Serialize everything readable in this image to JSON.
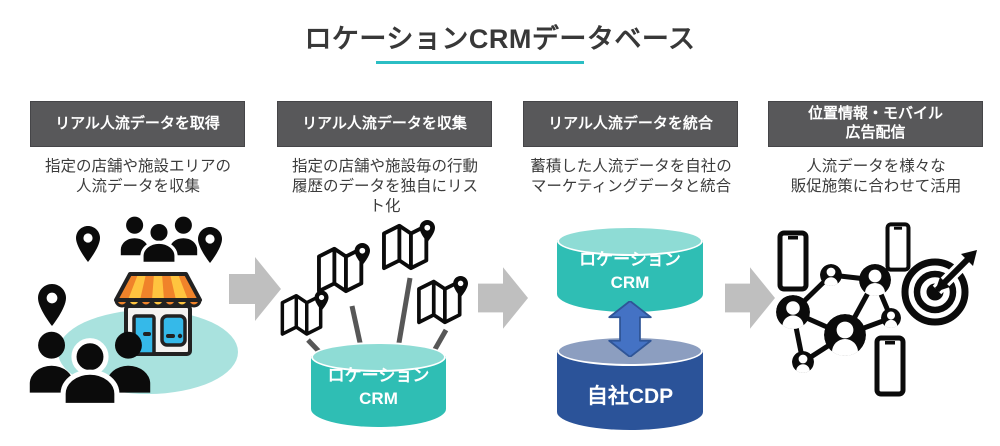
{
  "title": "ロケーションCRMデータベース",
  "columns": [
    {
      "header": "リアル人流データを取得",
      "description": "指定の店舗や施設エリアの\n人流データを収集"
    },
    {
      "header": "リアル人流データを収集",
      "description": "指定の店舗や施設毎の行動\n履歴のデータを独自にリス\nト化"
    },
    {
      "header": "リアル人流データを統合",
      "description": "蓄積した人流データを自社の\nマーケティングデータと統合"
    },
    {
      "header": "位置情報・モバイル\n広告配信",
      "description": "人流データを様々な\n販促施策に合わせて活用"
    }
  ],
  "labels": {
    "location_crm": "ロケーション\nCRM",
    "company_cdp": "自社CDP"
  },
  "icons": [
    "map-pin-icon",
    "people-group-icon",
    "storefront-icon",
    "folded-map-icon",
    "database-cylinder",
    "sync-arrow-icon",
    "smartphone-icon",
    "network-people-icon",
    "target-dart-icon",
    "flow-arrow-icon"
  ],
  "colors": {
    "title_text": "#383838",
    "accent_underline": "#2bbec4",
    "header_box": "#58585a",
    "teal_cylinder": "#2fbeb4",
    "teal_cylinder_top": "#8edcd5",
    "blue_cylinder": "#2b5399",
    "blue_cylinder_top": "#8c9ec0",
    "sync_arrow": "#4472c4",
    "flow_arrow": "#bfbfbf",
    "awning_orange": "#f0832a",
    "awning_yellow": "#ffc43f",
    "shop_blue": "#35b9e9",
    "bg_ellipse": "#a9e2de"
  }
}
